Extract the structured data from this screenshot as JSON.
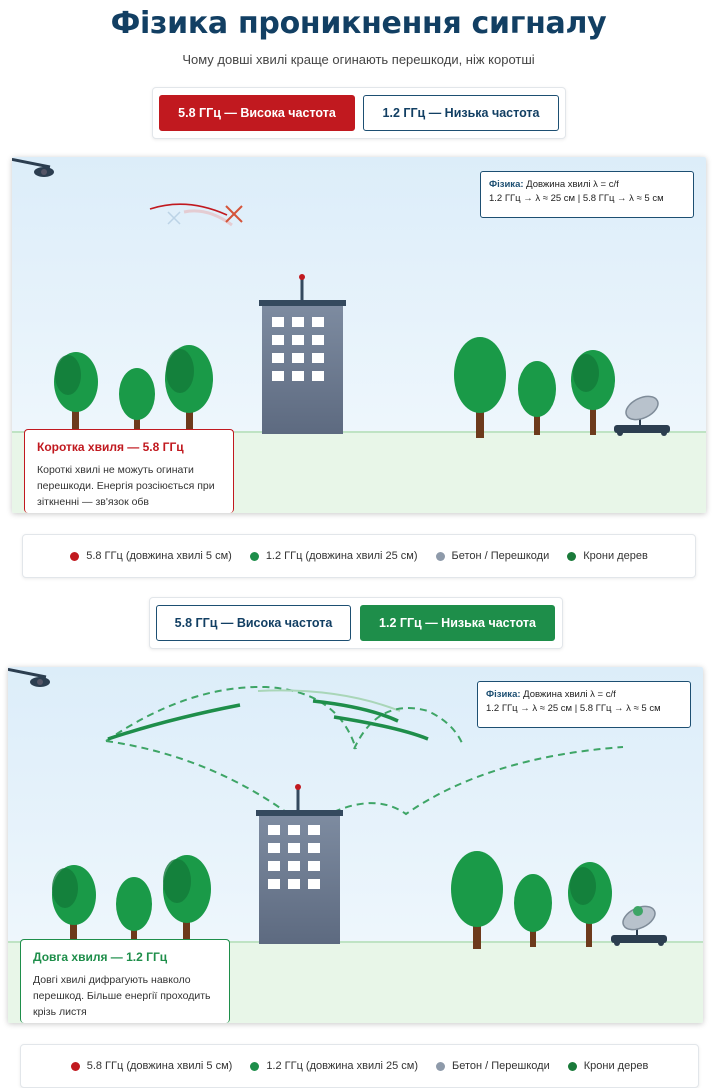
{
  "header": {
    "title": "Фізика проникнення сигналу",
    "subtitle": "Чому довші хвилі краще огинають перешкоди, ніж коротші"
  },
  "panels": [
    {
      "id": "high",
      "active": "5.8",
      "buttons": {
        "high_label": "5.8 ГГц — Висока частота",
        "low_label": "1.2 ГГц — Низька частота"
      },
      "physics": {
        "label": "Фізика:",
        "line1": "Довжина хвилі λ = c/f",
        "line2": "1.2 ГГц → λ ≈ 25 см | 5.8 ГГц → λ ≈ 5 см"
      },
      "card": {
        "title": "Коротка хвиля — 5.8 ГГц",
        "text": "Короткі хвилі не можуть огинати перешкоди. Енергія розсіюється при зіткненні — зв'язок обв"
      }
    },
    {
      "id": "low",
      "active": "1.2",
      "buttons": {
        "high_label": "5.8 ГГц — Висока частота",
        "low_label": "1.2 ГГц — Низька частота"
      },
      "physics": {
        "label": "Фізика:",
        "line1": "Довжина хвилі λ = c/f",
        "line2": "1.2 ГГц → λ ≈ 25 см | 5.8 ГГц → λ ≈ 5 см"
      },
      "card": {
        "title": "Довга хвиля — 1.2 ГГц",
        "text": "Довгі хвилі дифрагують навколо перешкод. Більше енергії проходить крізь листя"
      }
    }
  ],
  "legend": {
    "items": [
      {
        "label": "5.8 ГГц (довжина хвилі 5 см)",
        "color": "#c1191f"
      },
      {
        "label": "1.2 ГГц (довжина хвилі 25 см)",
        "color": "#1e8e4a"
      },
      {
        "label": "Бетон / Перешкоди",
        "color": "#8e9aaa"
      },
      {
        "label": "Крони дерев",
        "color": "#1a7a3a"
      }
    ]
  },
  "colors": {
    "title": "#123f63",
    "high_accent": "#c1191f",
    "low_accent": "#1e8e4a",
    "sky_top": "#dcedf9",
    "ground": "#e6f5e6"
  },
  "icons": [
    "drone-icon",
    "satellite-dish-icon",
    "antenna-icon"
  ]
}
